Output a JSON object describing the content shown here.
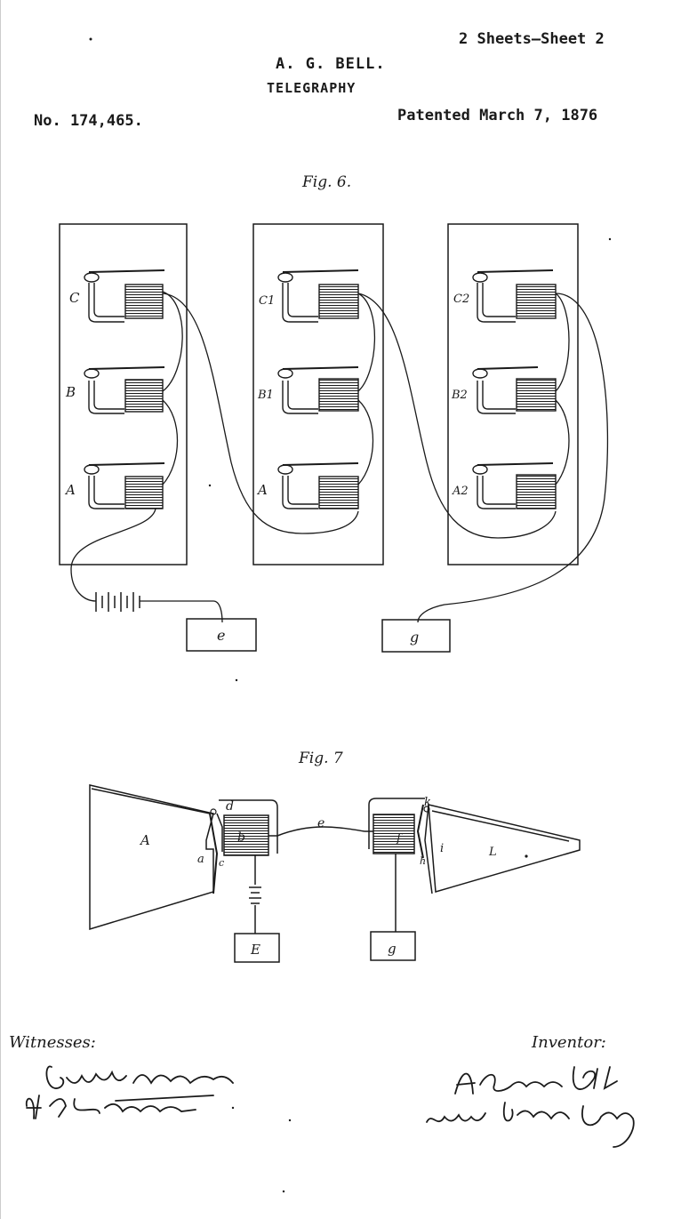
{
  "header": {
    "sheets": "2 Sheets—Sheet 2",
    "inventor": "A. G. BELL.",
    "subject": "TELEGRAPHY",
    "patent_no": "No. 174,465.",
    "patented": "Patented March 7, 1876"
  },
  "fig6": {
    "title": "Fig. 6.",
    "labels": [
      "C",
      "B",
      "A",
      "C1",
      "B1",
      "A",
      "C2",
      "B2",
      "A2"
    ],
    "box_e": "e",
    "box_g": "g"
  },
  "fig7": {
    "title": "Fig. 7",
    "labels": {
      "A": "A",
      "a": "a",
      "c": "c",
      "d": "d",
      "b": "b",
      "e": "e",
      "f": "f",
      "k": "k",
      "h": "h",
      "i": "i",
      "L": "L"
    },
    "box_E": "E",
    "box_g": "g"
  },
  "footer": {
    "witnesses_label": "Witnesses:",
    "inventor_label": "Inventor:"
  },
  "colors": {
    "ink": "#1a1a1a",
    "paper": "#ffffff"
  }
}
